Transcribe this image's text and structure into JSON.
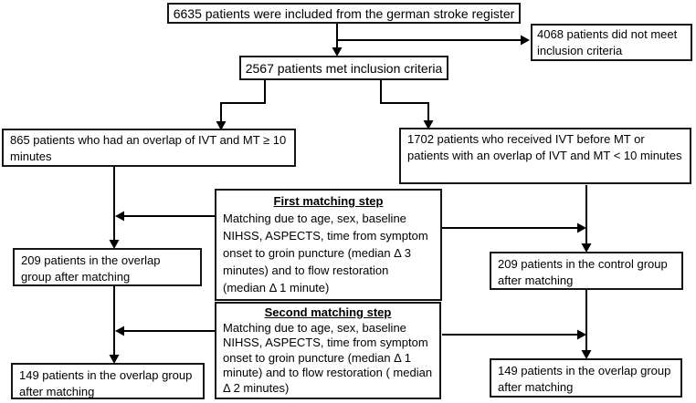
{
  "diagram": {
    "colors": {
      "border": "#161616",
      "background": "#ffffff",
      "text": "#000000",
      "line": "#000000"
    },
    "nodes": {
      "included": {
        "text": "6635 patients were included from the german stroke register"
      },
      "not_met": {
        "text": "4068 patients did not meet inclusion criteria"
      },
      "met": {
        "text": "2567 patients met inclusion criteria"
      },
      "overlap_865": {
        "text": "865 patients who had an overlap of IVT and MT ≥ 10 minutes"
      },
      "ivt_before_1702": {
        "text": "1702 patients who received IVT before MT or patients with an overlap of IVT and MT < 10 minutes"
      },
      "first_matching": {
        "title": "First matching step",
        "body": "Matching due to age, sex, baseline NIHSS, ASPECTS, time from symptom onset to groin puncture (median Δ 3 minutes) and to flow restoration (median Δ 1 minute)"
      },
      "overlap_209": {
        "text": "209 patients in the overlap group after matching"
      },
      "control_209": {
        "text": "209 patients in the control group after matching"
      },
      "second_matching": {
        "title": "Second matching step",
        "body": "Matching due to age, sex, baseline NIHSS, ASPECTS, time from symptom onset to groin puncture (median Δ 1 minute) and to flow restoration ( median Δ 2 minutes)"
      },
      "overlap_149_left": {
        "text": "149 patients in the overlap group after matching"
      },
      "overlap_149_right": {
        "text": "149 patients in the overlap group after matching"
      }
    }
  }
}
